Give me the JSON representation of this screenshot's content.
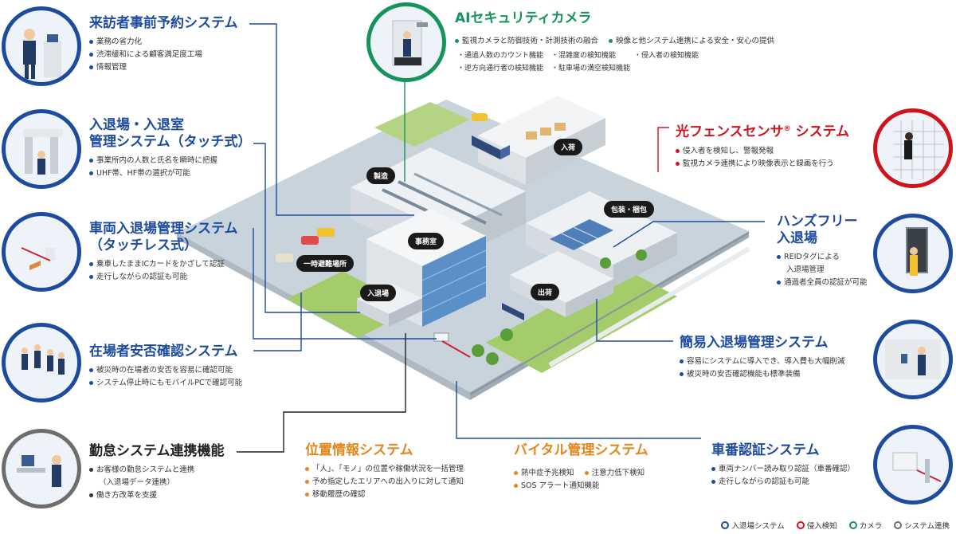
{
  "colors": {
    "entry": "#1d4b9e",
    "intrusion": "#d0141e",
    "camera": "#14945a",
    "system": "#6d6d6d",
    "orange": "#e3871c"
  },
  "systems": {
    "visitor": {
      "title": "来訪者事前予約システム",
      "bullets": [
        "業務の省力化",
        "渋滞緩和による顧客満足度工場",
        "情報管理"
      ]
    },
    "touch": {
      "title1": "入退場・入退室",
      "title2": "管理システム（タッチ式）",
      "bullets": [
        "事業所内の人数と氏名を瞬時に把握",
        "UHF帯、HF帯の選択が可能"
      ]
    },
    "vehicle": {
      "title1": "車両入退場管理システム",
      "title2": "（タッチレス式）",
      "bullets": [
        "乗車したままICカードをかざして認証",
        "走行しながらの認証も可能"
      ]
    },
    "safety": {
      "title": "在場者安否確認システム",
      "bullets": [
        "被災時の在場者の安否を容易に確認可能",
        "システム停止時にもモバイルPCで確認可能"
      ]
    },
    "attendance": {
      "title": "勤怠システム連携機能",
      "bullets": [
        "お客様の勤怠システムと連携",
        "（入退場データ連携）",
        "働き方改革を支援"
      ]
    },
    "location": {
      "title": "位置情報システム",
      "bullets": [
        "「人」、「モノ」の位置や稼働状況を一括管理",
        "予め指定したエリアへの出入りに対して通知",
        "移動履歴の確認"
      ]
    },
    "vital": {
      "title": "バイタル管理システム",
      "bullets": [
        "熱中症予兆検知",
        "注意力低下検知",
        "SOS アラート通知機能"
      ]
    },
    "plate": {
      "title": "車番認証システム",
      "bullets": [
        "車両ナンバー読み取り認証（車番確認）",
        "走行しながらの認証も可能"
      ]
    },
    "simple": {
      "title": "簡易入退場管理システム",
      "bullets": [
        "容易にシステムに導入でき、導入費も大幅削減",
        "被災時の安否確認機能も標準装備"
      ]
    },
    "handsfree": {
      "title1": "ハンズフリー",
      "title2": "入退場",
      "bullets": [
        "REIDタグによる",
        "入退場管理",
        "通過者全員の認証が可能"
      ]
    },
    "fence": {
      "title": "光フェンスセンサ",
      "reg": "®",
      "title_tail": " システム",
      "bullets": [
        "侵入者を検知し、警報発報",
        "監視カメラ連携により映像表示と録画を行う"
      ]
    },
    "camera": {
      "title": "AIセキュリティカメラ",
      "bullets": [
        "監視カメラと防御技術・計測技術の融合",
        "映像と他システム連携による安全・安心の提供"
      ],
      "features": [
        "・通過人数のカウント機能",
        "・混雑度の検知機能",
        "・侵入者の検知機能",
        "・逆方向通行者の検知機能",
        "・駐車場の満空検知機能"
      ]
    }
  },
  "areas": {
    "nyuka": "入荷",
    "seizo": "製造",
    "housou": "包装・梱包",
    "jimusho": "事務室",
    "hinan": "一時避難場所",
    "nyujo": "入退場",
    "shukka": "出荷"
  },
  "legend": [
    {
      "label": "入退場システム",
      "color": "#1d4b9e"
    },
    {
      "label": "侵入検知",
      "color": "#d0141e"
    },
    {
      "label": "カメラ",
      "color": "#14945a"
    },
    {
      "label": "システム連携",
      "color": "#6d6d6d"
    }
  ]
}
